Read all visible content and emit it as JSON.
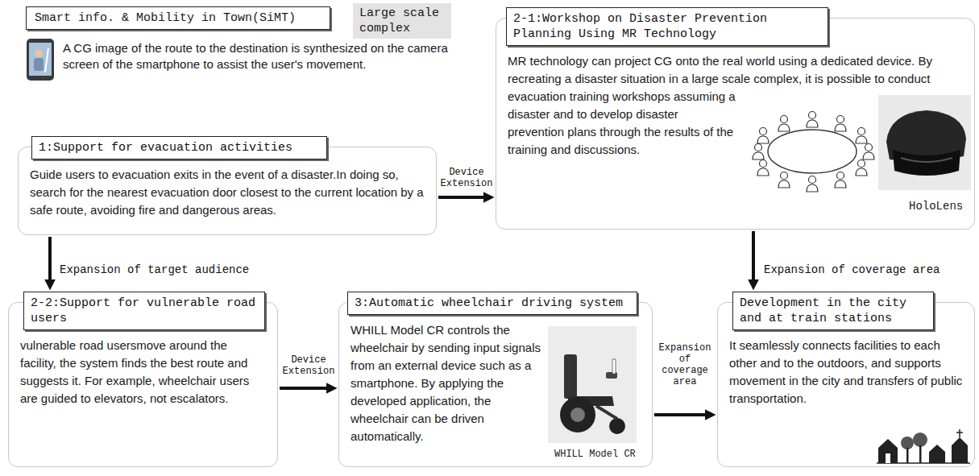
{
  "diagram": {
    "nodes": [
      {
        "text": [
          "Smart info. & Mobility in Town(SiMT)"
        ]
      },
      {
        "text": [
          "Large scale complex"
        ]
      },
      {
        "text": [
          "1:Support for evacuation activities",
          "Guide users to evacuation exits in the event of a disaster.In doing so, search for the nearest evacuation door closest to the current location by a safe route, avoiding fire and dangerous areas."
        ]
      },
      {
        "text": [
          "2-1:Workshop on Disaster Prevention Planning Using MR Technology",
          "MR technology can project CG onto the real world using a dedicated device. By recreating a disaster situation in a large scale complex, it is possible to conduct evacuation training workshops assuming a disaster and to develop disaster prevention plans through the results of the training and discussions."
        ]
      },
      {
        "text": [
          "2-2:Support for vulnerable road users",
          "vulnerable road usersmove around the facility, the system finds the best route and suggests it. For example, wheelchair users are guided to elevators, not escalators."
        ]
      },
      {
        "text": [
          "3:Automatic wheelchair driving system",
          "WHILL Model CR controls the wheelchair by sending input signals from an external device such as a smartphone. By applying the developed application, the wheelchair can be driven automatically."
        ]
      },
      {
        "text": [
          "Development in the city and at train stations",
          "It seamlessly connects facilities to each other and to the outdoors, and supports movement in the city and transfers of public transportation."
        ]
      }
    ],
    "edges": [
      {
        "from": 2,
        "to": 3,
        "arrow": "to",
        "label": "Device Extension"
      },
      {
        "from": 2,
        "to": 4,
        "arrow": "to",
        "label": "Expansion of target audience"
      },
      {
        "from": 4,
        "to": 5,
        "arrow": "to",
        "label": "Device Extension"
      },
      {
        "from": 5,
        "to": 6,
        "arrow": "to",
        "label": "Expansion of coverage area"
      },
      {
        "from": 3,
        "to": 6,
        "arrow": "to",
        "label": "Expansion of coverage area"
      }
    ],
    "labels": [
      "A CG image of the route to the destination is synthesized on the camera screen of the smartphone to assist the user's movement.",
      "HoloLens",
      "WHILL Model CR"
    ]
  }
}
